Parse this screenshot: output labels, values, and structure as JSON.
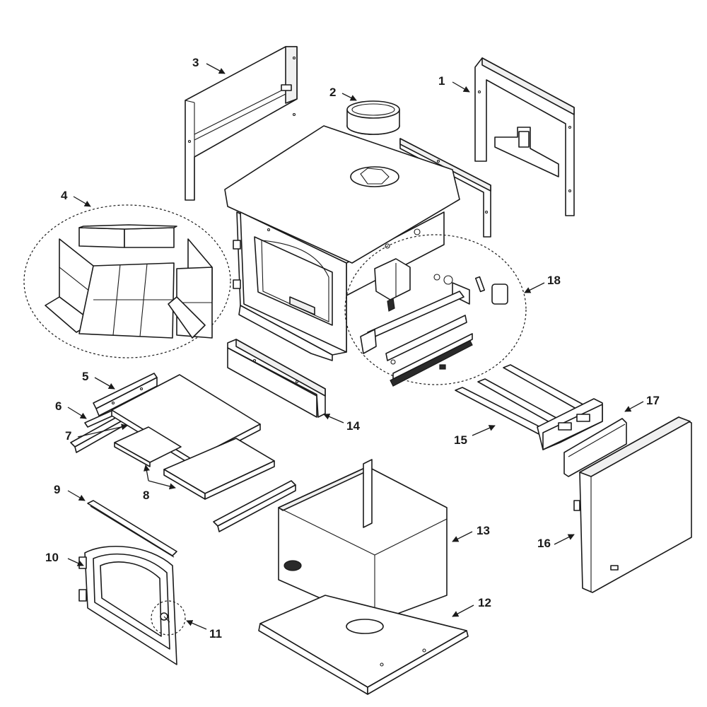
{
  "callouts": {
    "c1": "1",
    "c2": "2",
    "c3": "3",
    "c4": "4",
    "c5": "5",
    "c6": "6",
    "c7": "7",
    "c8": "8",
    "c9": "9",
    "c10": "10",
    "c11": "11",
    "c12": "12",
    "c13": "13",
    "c14": "14",
    "c15": "15",
    "c16": "16",
    "c17": "17",
    "c18": "18"
  },
  "colors": {
    "line": "#1a1a1a",
    "fill": "#ffffff",
    "shade": "#f0f0f0"
  }
}
